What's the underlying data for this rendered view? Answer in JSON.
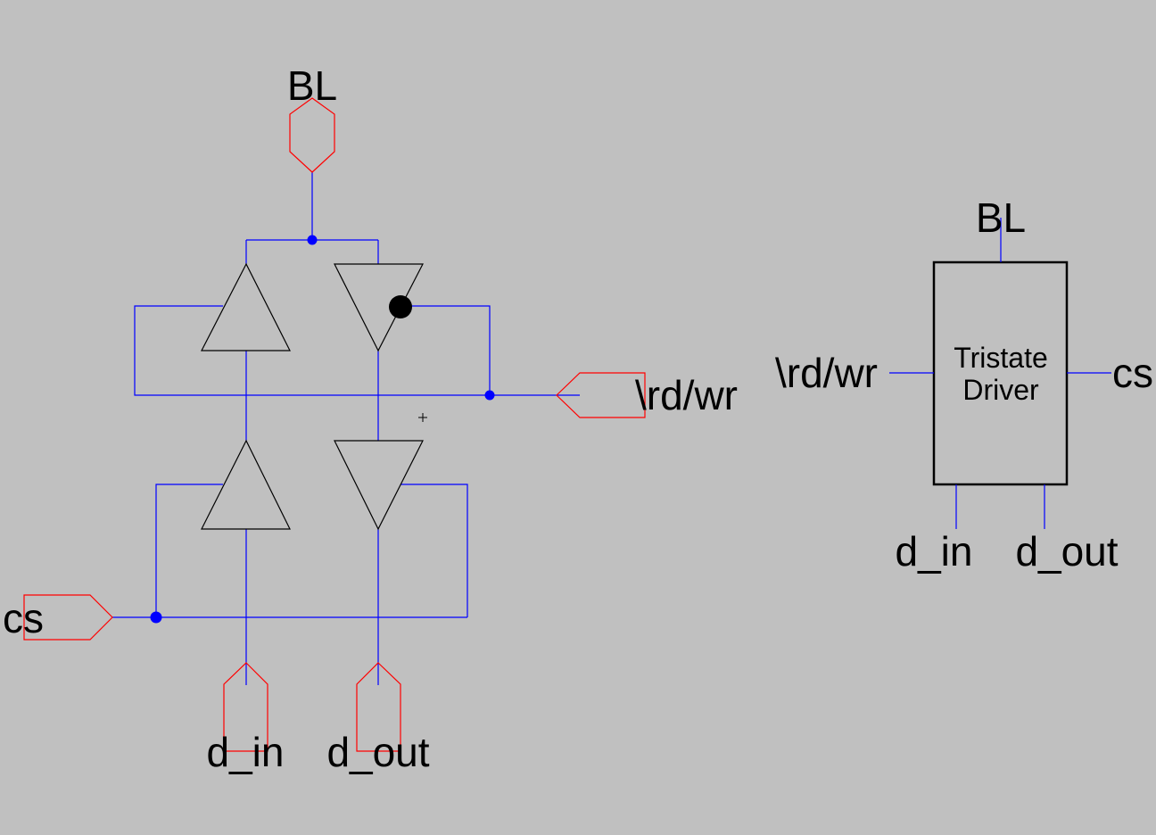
{
  "schematic": {
    "colors": {
      "background": "#c0c0c0",
      "wire": "#0000ff",
      "pin": "#ff0000",
      "gate": "#000000"
    },
    "labels": {
      "bl": "BL",
      "rdwr": "\\rd/wr",
      "cs": "cs",
      "d_in": "d_in",
      "d_out": "d_out"
    }
  },
  "symbol": {
    "title_line1": "Tristate",
    "title_line2": "Driver",
    "labels": {
      "bl": "BL",
      "rdwr": "\\rd/wr",
      "cs": "cs",
      "d_in": "d_in",
      "d_out": "d_out"
    }
  }
}
